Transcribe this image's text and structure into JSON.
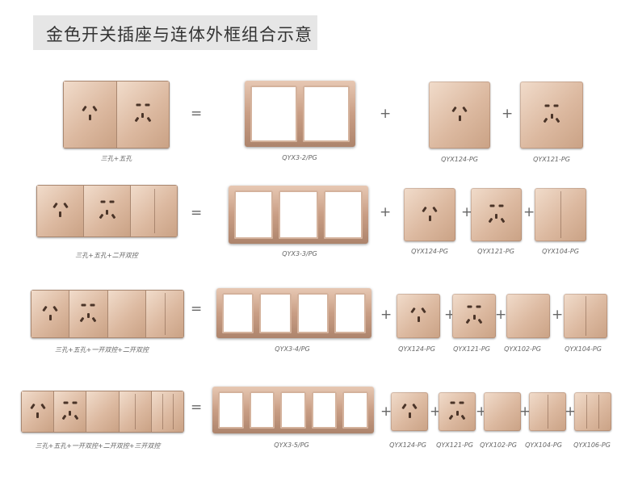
{
  "title": "金色开关插座与连体外框组合示意",
  "symbols": {
    "equals": "=",
    "plus": "+"
  },
  "rows": [
    {
      "combo_caption": "三孔+五孔",
      "frame_caption": "QYX3-2/PG",
      "parts": [
        "QYX124-PG",
        "QYX121-PG"
      ]
    },
    {
      "combo_caption": "三孔+五孔+二开双控",
      "frame_caption": "QYX3-3/PG",
      "parts": [
        "QYX124-PG",
        "QYX121-PG",
        "QYX104-PG"
      ]
    },
    {
      "combo_caption": "三孔+五孔+一开双控+二开双控",
      "frame_caption": "QYX3-4/PG",
      "parts": [
        "QYX124-PG",
        "QYX121-PG",
        "QYX102-PG",
        "QYX104-PG"
      ]
    },
    {
      "combo_caption": "三孔+五孔+一开双控+二开双控+三开双控",
      "frame_caption": "QYX3-5/PG",
      "parts": [
        "QYX124-PG",
        "QYX121-PG",
        "QYX102-PG",
        "QYX104-PG",
        "QYX106-PG"
      ]
    }
  ]
}
